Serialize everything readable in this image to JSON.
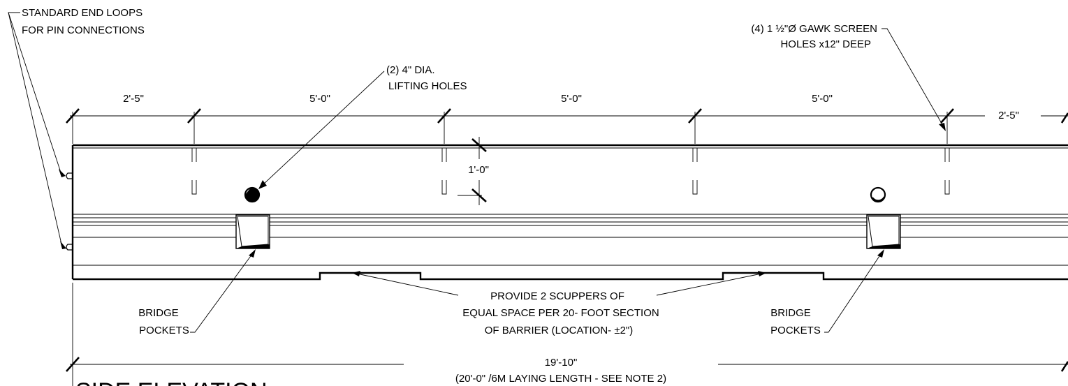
{
  "drawing": {
    "title": "SIDE ELEVATION",
    "callouts": {
      "end_loops": [
        "STANDARD END LOOPS",
        "FOR PIN CONNECTIONS"
      ],
      "gawk_holes": [
        "(4) 1 ½\"Ø GAWK SCREEN",
        "HOLES x12\" DEEP"
      ],
      "lifting_holes": [
        "(2) 4\" DIA.",
        "LIFTING HOLES"
      ],
      "bridge_pockets_left": [
        "BRIDGE",
        "POCKETS"
      ],
      "bridge_pockets_right": [
        "BRIDGE",
        "POCKETS"
      ],
      "scuppers": [
        "PROVIDE 2 SCUPPERS OF",
        "EQUAL SPACE PER 20- FOOT SECTION",
        "OF BARRIER (LOCATION- ±2\")"
      ]
    },
    "dimensions": {
      "top": [
        "2'-5\"",
        "5'-0\"",
        "5'-0\"",
        "5'-0\"",
        "2'-5\""
      ],
      "hole_depth": "1'-0\"",
      "overall": "19'-10\"",
      "overall_note": "(20'-0\" /6M LAYING LENGTH - SEE NOTE 2)"
    }
  }
}
